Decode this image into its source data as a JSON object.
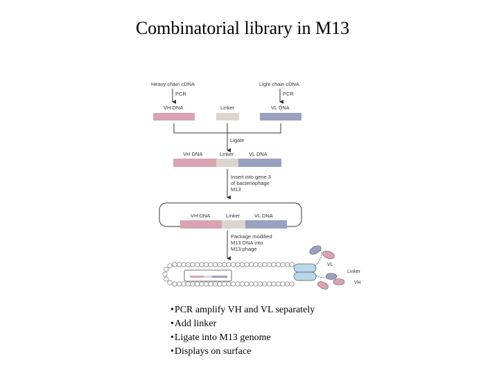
{
  "title": "Combinatorial library in M13",
  "diagram": {
    "heavy_chain_label": "Heavy chain cDNA",
    "light_chain_label": "Light chain cDNA",
    "pcr_label": "PCR",
    "vh_dna": "VH DNA",
    "vl_dna": "VL DNA",
    "linker": "Linker",
    "ligate": "Ligate",
    "insert_step": [
      "Insert into gene 3",
      "of bacteriophage",
      "M13"
    ],
    "package_step": [
      "Package modified",
      "M13 DNA into",
      "M13 phage"
    ],
    "phage_vl": "VL",
    "phage_linker": "Linker",
    "phage_vh": "VH",
    "colors": {
      "vh": "#d9a4b0",
      "linker": "#dcd4cf",
      "vl": "#9aa0bf",
      "phage_body": "#b9d8ea"
    }
  },
  "bullets": [
    "PCR amplify VH and VL separately",
    "Add linker",
    "Ligate into M13 genome",
    "Displays on surface"
  ]
}
